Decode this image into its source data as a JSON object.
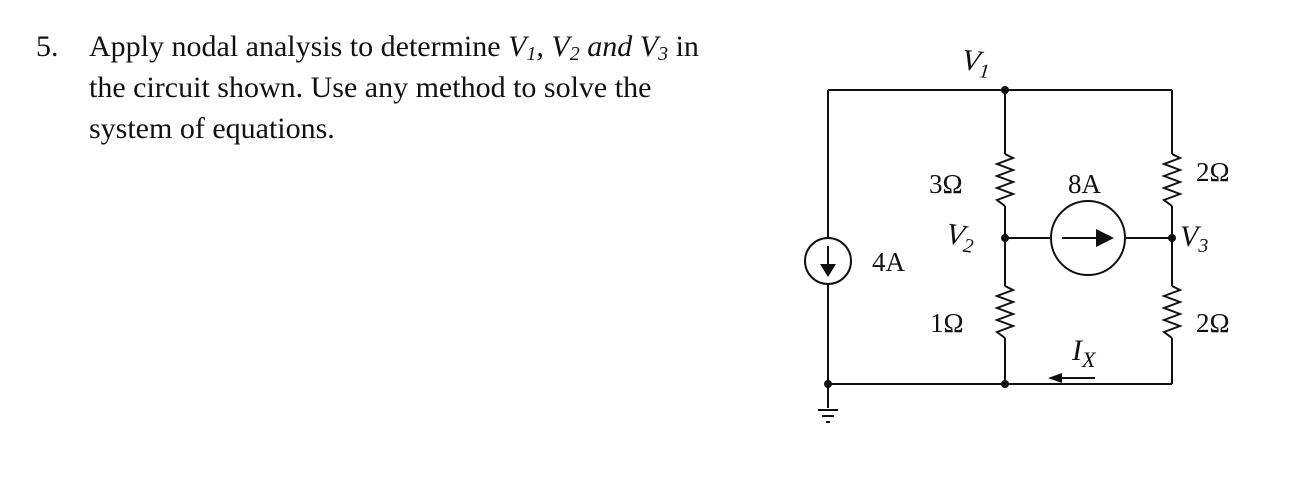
{
  "problem": {
    "number": "5.",
    "lines": [
      {
        "parts": [
          {
            "text": "Apply nodal analysis to determine ",
            "italic": false
          },
          {
            "text": "V",
            "italic": true
          },
          {
            "text": "1",
            "italic": true,
            "sub": true
          },
          {
            "text": ", ",
            "italic": true
          },
          {
            "text": "V",
            "italic": true
          },
          {
            "text": "2",
            "italic": true,
            "sub": true
          },
          {
            "text": " and ",
            "italic": true
          },
          {
            "text": "V",
            "italic": true
          },
          {
            "text": "3",
            "italic": true,
            "sub": true
          },
          {
            "text": " in",
            "italic": false
          }
        ]
      },
      {
        "parts": [
          {
            "text": "the circuit shown. Use any method to solve the",
            "italic": false
          }
        ]
      },
      {
        "parts": [
          {
            "text": "system of equations.",
            "italic": false
          }
        ]
      }
    ]
  },
  "circuit": {
    "node_v1": {
      "main": "V",
      "sub": "1"
    },
    "node_v2": {
      "main": "V",
      "sub": "2"
    },
    "node_v3": {
      "main": "V",
      "sub": "3"
    },
    "r_3ohm": "3Ω",
    "r_2ohm_top": "2Ω",
    "r_1ohm": "1Ω",
    "r_2ohm_bottom": "2Ω",
    "source_8a": "8A",
    "source_4a": "4A",
    "current_ix": {
      "main": "I",
      "sub": "X"
    }
  }
}
